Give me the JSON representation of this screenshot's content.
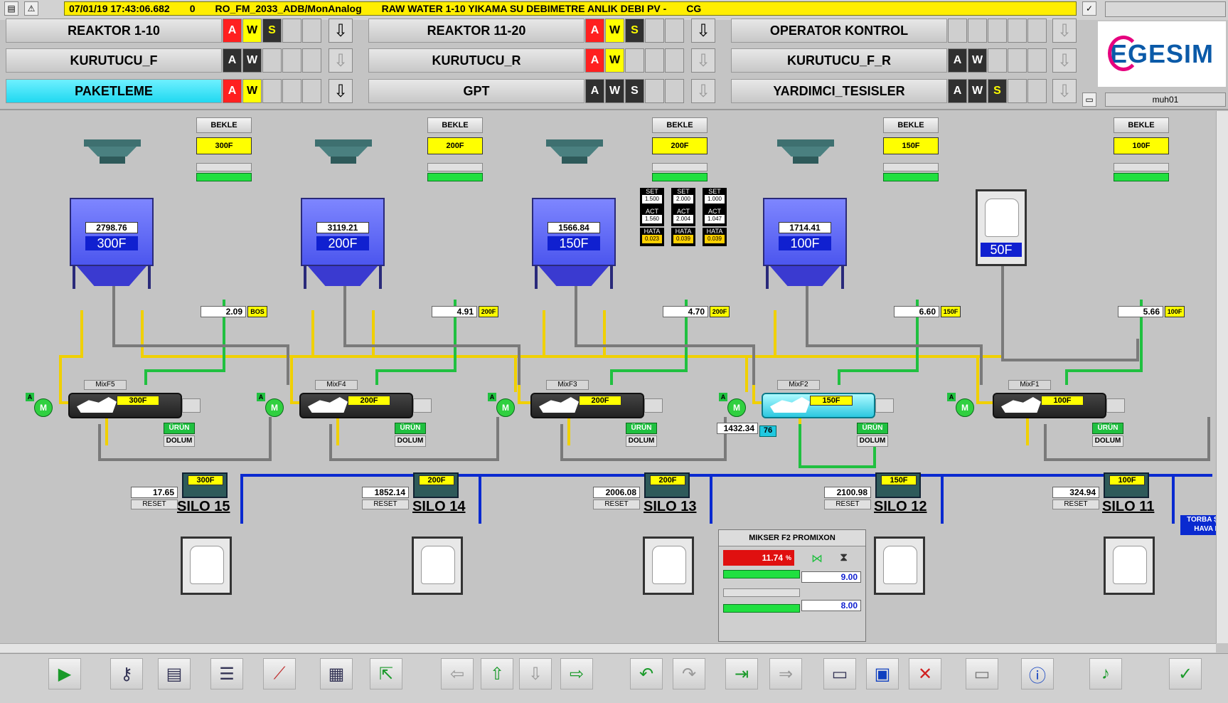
{
  "header": {
    "date": "07/01/19",
    "time": "17:43:06.682",
    "alarm_count": "0",
    "tag": "RO_FM_2033_ADB/MonAnalog",
    "message": "RAW WATER 1-10 YIKAMA SU DEBIMETRE ANLIK DEBI  PV -",
    "suffix": "CG"
  },
  "nav": [
    {
      "label": "REAKTOR 1-10"
    },
    {
      "label": "REAKTOR 11-20"
    },
    {
      "label": "OPERATOR KONTROL"
    },
    {
      "label": "KURUTUCU_F"
    },
    {
      "label": "KURUTUCU_R"
    },
    {
      "label": "KURUTUCU_F_R"
    },
    {
      "label": "PAKETLEME"
    },
    {
      "label": "GPT"
    },
    {
      "label": "YARDIMCI_TESISLER"
    }
  ],
  "aws_letters": {
    "a": "A",
    "w": "W",
    "s": "S"
  },
  "brand": {
    "name": "EGESIM",
    "primary_color": "#0b5aa8",
    "accent_color": "#e6007e"
  },
  "user": "muh01",
  "common": {
    "bekle": "BEKLE",
    "reset": "RESET",
    "urun": "ÜRÜN",
    "dolum": "DOLUM",
    "set": "SET",
    "act": "ACT",
    "hata": "HATA"
  },
  "hoppers": [
    {
      "weight": "2798.76",
      "name": "300F"
    },
    {
      "weight": "3119.21",
      "name": "200F"
    },
    {
      "weight": "1566.84",
      "name": "150F"
    },
    {
      "weight": "1714.41",
      "name": "100F"
    },
    {
      "weight": "",
      "name": "50F"
    }
  ],
  "targets": [
    "300F",
    "200F",
    "200F",
    "150F",
    "100F"
  ],
  "additives": [
    {
      "value": "2.09",
      "tag": "BOS"
    },
    {
      "value": "4.91",
      "tag": "200F"
    },
    {
      "value": "4.70",
      "tag": "200F"
    },
    {
      "value": "6.60",
      "tag": "150F"
    },
    {
      "value": "5.66",
      "tag": "100F"
    }
  ],
  "set_act_hata": [
    {
      "set": "1.500",
      "act": "1.560",
      "hata": "0.023"
    },
    {
      "set": "2.000",
      "act": "2.004",
      "hata": "0.039"
    },
    {
      "set": "1.000",
      "act": "1.047",
      "hata": "0.039"
    }
  ],
  "mixers": [
    {
      "name": "MixF5",
      "product": "300F"
    },
    {
      "name": "MixF4",
      "product": "200F"
    },
    {
      "name": "MixF3",
      "product": "200F"
    },
    {
      "name": "MixF2",
      "product": "150F",
      "readout": "1432.34",
      "speed": "76"
    },
    {
      "name": "MixF1",
      "product": "100F"
    }
  ],
  "motor": {
    "label": "M",
    "badge": "A"
  },
  "silos": [
    {
      "name": "SILO 15",
      "value": "17.65",
      "product": "300F"
    },
    {
      "name": "SILO 14",
      "value": "1852.14",
      "product": "200F"
    },
    {
      "name": "SILO 13",
      "value": "2006.08",
      "product": "200F"
    },
    {
      "name": "SILO 12",
      "value": "2100.98",
      "product": "150F"
    },
    {
      "name": "SILO 11",
      "value": "324.94",
      "product": "100F"
    }
  ],
  "promix": {
    "title": "MIKSER F2 PROMIXON",
    "value1": "11.74",
    "unit1": "%",
    "value2": "9.00",
    "value3": "8.00"
  },
  "torba": {
    "line1": "TORBA ŞİŞ",
    "line2": "HAVA HA"
  },
  "colors": {
    "yellow_line": "#f0d000",
    "green_line": "#20c040",
    "blue_line": "#0a2ad0",
    "gray_line": "#7a7a7a"
  }
}
